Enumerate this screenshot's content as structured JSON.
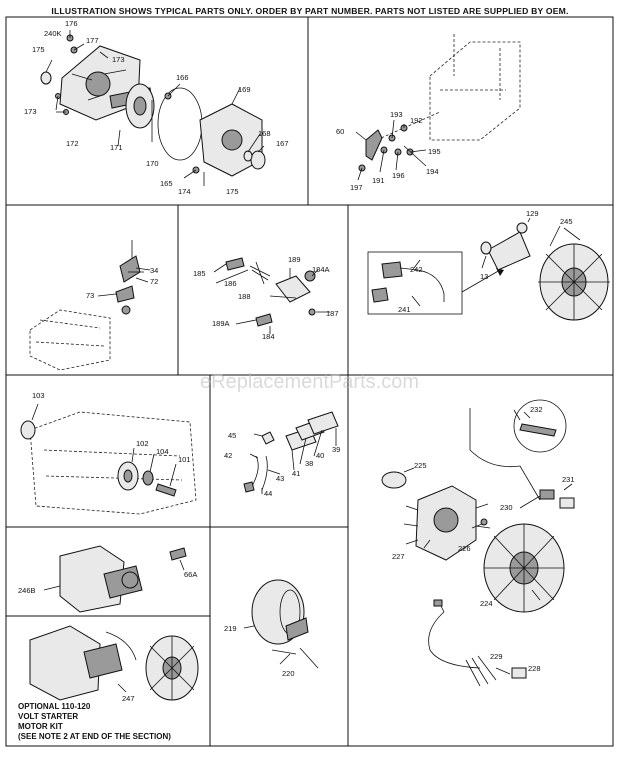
{
  "header": "ILLUSTRATION SHOWS TYPICAL PARTS ONLY. ORDER BY PART NUMBER. PARTS NOT LISTED ARE SUPPLIED BY OEM.",
  "watermark": "eReplacementParts.com",
  "note": {
    "line1": "OPTIONAL 110-120",
    "line2": "VOLT STARTER",
    "line3": "MOTOR KIT",
    "line4": "(SEE NOTE 2 AT END OF THE SECTION)"
  },
  "labels": {
    "p176": "176",
    "p240k": "240K",
    "p177": "177",
    "p175a": "175",
    "p173a": "173",
    "p173b": "173",
    "p172": "172",
    "p171": "171",
    "p166": "166",
    "p169": "169",
    "p170": "170",
    "p168": "168",
    "p167": "167",
    "p165": "165",
    "p174": "174",
    "p175b": "175",
    "p60": "60",
    "p193": "193",
    "p192": "192",
    "p195": "195",
    "p191": "191",
    "p196": "196",
    "p194": "194",
    "p197": "197",
    "p34": "34",
    "p72": "72",
    "p73": "73",
    "p185": "185",
    "p186": "186",
    "p189": "189",
    "p184a": "184A",
    "p188": "188",
    "p189a": "189A",
    "p184": "184",
    "p187": "187",
    "p129": "129",
    "p245": "245",
    "p13": "13",
    "p242": "242",
    "p241": "241",
    "p103": "103",
    "p102": "102",
    "p104": "104",
    "p101": "101",
    "p45": "45",
    "p42": "42",
    "p43": "43",
    "p44": "44",
    "p41": "41",
    "p38": "38",
    "p40": "40",
    "p39": "39",
    "p232": "232",
    "p225": "225",
    "p231": "231",
    "p230": "230",
    "p227": "227",
    "p226": "226",
    "p224": "224",
    "p246b": "246B",
    "p66a": "66A",
    "p219": "219",
    "p220": "220",
    "p229": "229",
    "p228": "228",
    "p247": "247"
  }
}
